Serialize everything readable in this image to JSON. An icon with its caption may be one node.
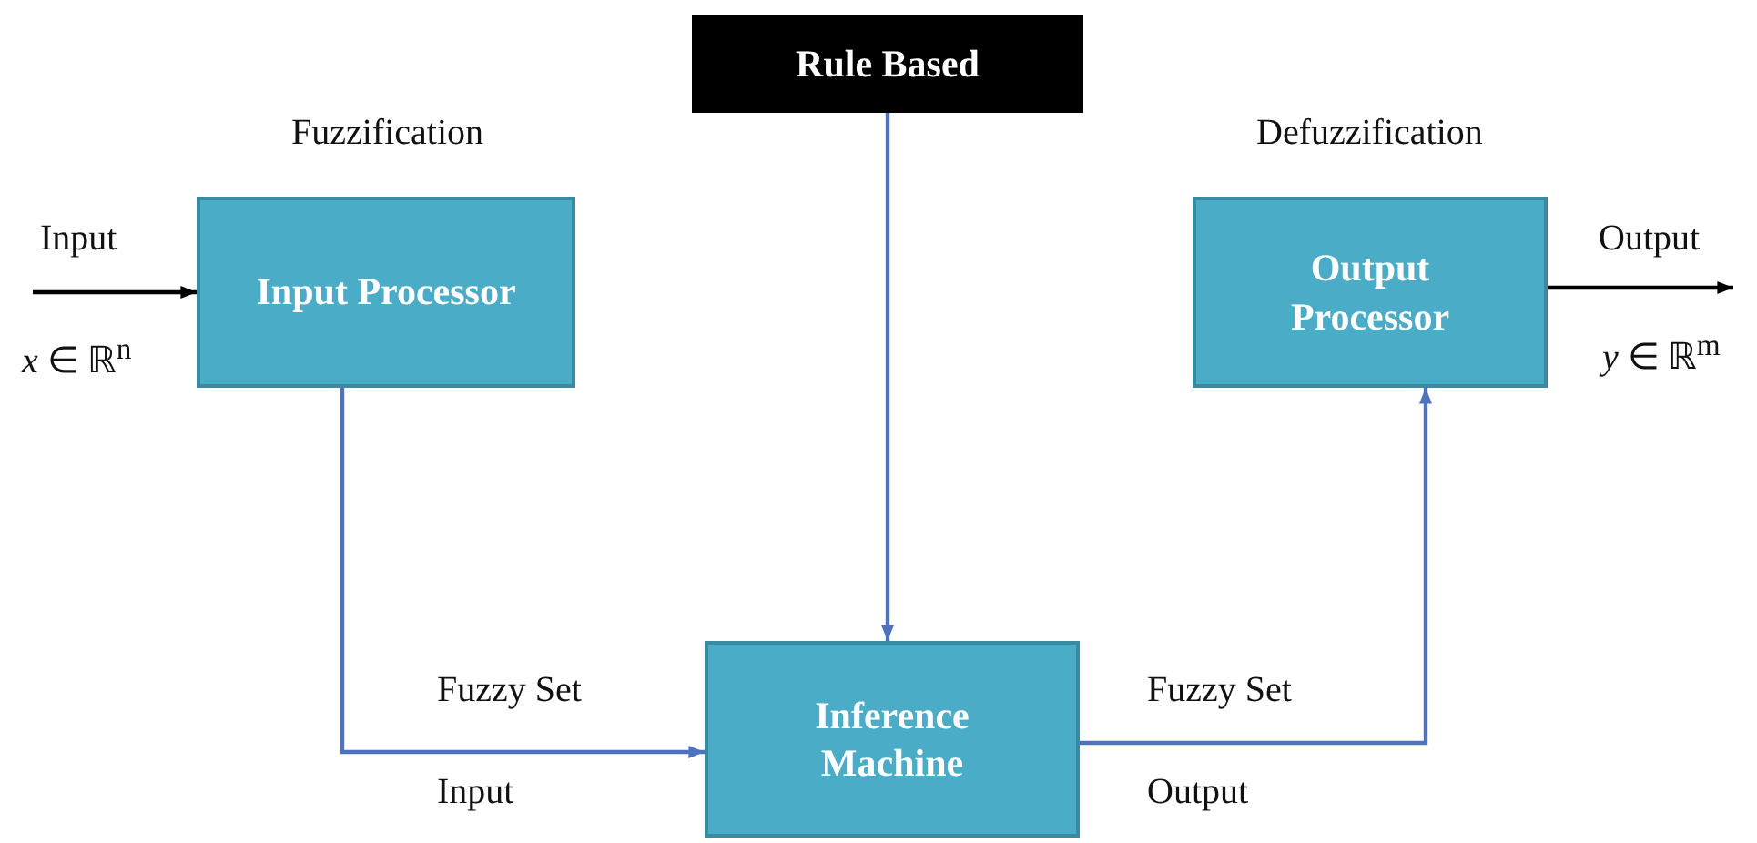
{
  "diagram": {
    "nodes": [
      {
        "text": [
          "Rule Based"
        ]
      },
      {
        "text": [
          "Input Processor"
        ],
        "beside": [
          "Fuzzification"
        ]
      },
      {
        "text": [
          "Output Processor"
        ],
        "beside": [
          "Defuzzification"
        ]
      },
      {
        "text": [
          "Inference Machine"
        ]
      }
    ],
    "edges": [
      {
        "from": null,
        "to": 1,
        "arrow": "to",
        "label": "Input",
        "color": "#000000"
      },
      {
        "from": 1,
        "to": 3,
        "arrow": "to"
      },
      {
        "from": 0,
        "to": 3,
        "arrow": "to"
      },
      {
        "from": 3,
        "to": 2,
        "arrow": "to"
      },
      {
        "from": 2,
        "to": null,
        "arrow": "to",
        "label": "Output",
        "color": "#000000"
      }
    ],
    "labels": [
      "*x* ∈ ℝ$^{n}$",
      "*y* ∈ ℝ$^{m}$",
      "Fuzzy Set",
      "Input",
      "Fuzzy Set",
      "Output"
    ]
  }
}
